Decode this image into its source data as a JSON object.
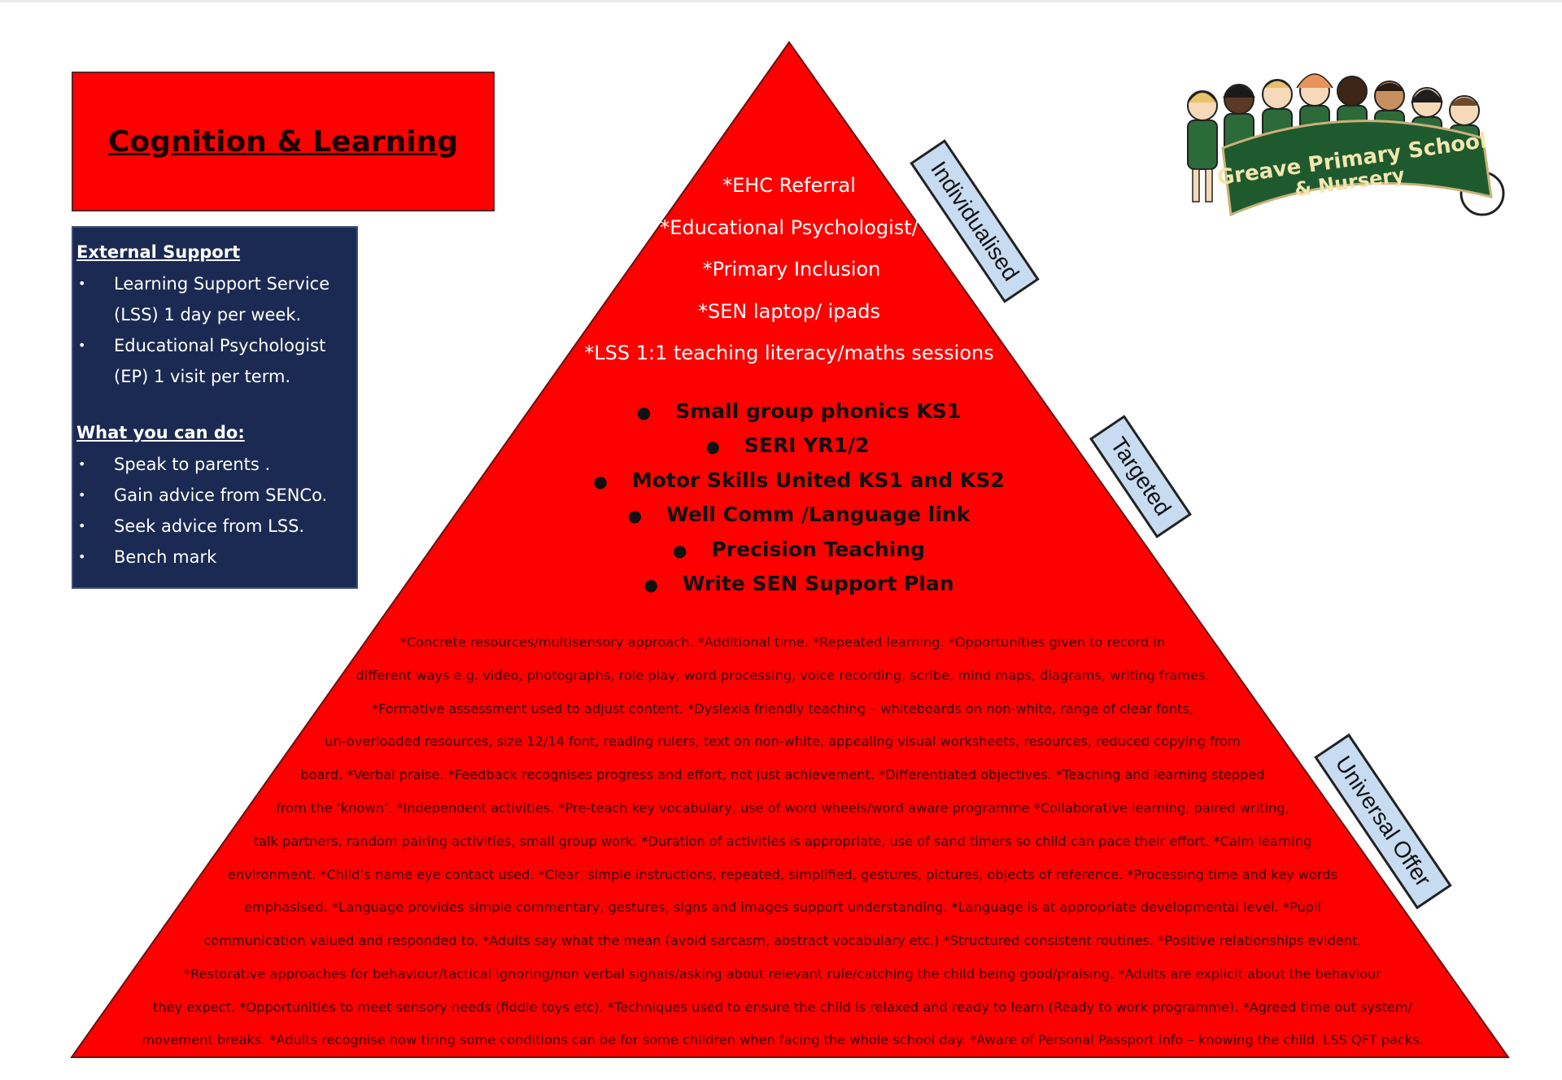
{
  "title": "Cognition & Learning",
  "external_support": {
    "heading": "External Support",
    "items": [
      [
        "Learning Support Service",
        "(LSS)  1 day per week."
      ],
      [
        "Educational Psychologist",
        "(EP) 1 visit per term."
      ]
    ]
  },
  "what_you_can_do": {
    "heading": "What you can do:",
    "items": [
      "Speak to parents .",
      "Gain advice from SENCo.",
      "Seek advice from LSS.",
      "Bench mark"
    ]
  },
  "logo": {
    "line1": "Greave Primary School",
    "line2": "& Nursery"
  },
  "tiers": {
    "top_label": "Individualised",
    "middle_label": "Targeted",
    "bottom_label": "Universal Offer"
  },
  "individualised_items": [
    "*EHC Referral",
    "*Educational Psychologist/",
    "*Primary Inclusion",
    "*SEN  laptop/ ipads",
    "*LSS  1:1 teaching literacy/maths sessions"
  ],
  "targeted_items": [
    "Small group phonics KS1",
    "SERI YR1/2",
    "Motor Skills United KS1 and KS2",
    "Well Comm /Language link",
    "Precision Teaching",
    "Write SEN Support Plan"
  ],
  "universal_lines": [
    "*Concrete resources/multisensory approach. *Additional time. *Repeated learning. *Opportunities given to record in",
    "different ways e.g. video, photographs, role play, word processing, voice recording, scribe, mind maps, diagrams, writing frames.",
    "*Formative assessment used to adjust content. *Dyslexia friendly teaching – whiteboards on non-white, range of clear fonts,",
    "un-overloaded resources, size 12/14 font, reading rulers, text on non-white, appealing visual worksheets, resources, reduced copying from",
    "board. *Verbal praise. *Feedback recognises progress and effort, not just achievement. *Differentiated objectives. *Teaching and learning stepped",
    "from the ‘known’. *Independent activities. *Pre-teach key vocabulary, use of word wheels/word aware programme *Collaborative learning, paired writing,",
    "talk partners, random pairing activities, small group work. *Duration of activities is appropriate, use of sand timers so child can pace their effort. *Calm learning",
    "environment. *Child’s name eye contact used. *Clear, simple instructions, repeated, simplified, gestures, pictures, objects of reference. *Processing time and key words",
    "emphasised. *Language provides simple commentary, gestures, signs and images support understanding. *Language is at appropriate developmental level. *Pupil",
    "communication valued and responded to. *Adults say what the mean (avoid sarcasm, abstract vocabulary etc.) *Structured consistent routines. *Positive relationships evident.",
    "*Restorative approaches for behaviour/tactical ignoring/non verbal signals/asking about relevant rule/catching the child being good/praising. *Adults are explicit about the behaviour",
    "they expect. *Opportunities to meet sensory needs (fiddle toys etc). *Techniques used to ensure the child is relaxed and ready to learn (Ready to work programme). *Agreed time out system/",
    "movement breaks. *Adults recognise how tiring some conditions can be for some children when facing the whole school day.  *Aware of Personal Passport info – knowing the child. LSS QFT packs."
  ],
  "colors": {
    "pyramid_red": "#ff0000",
    "support_navy": "#1b2a52",
    "label_blue": "#c7dcf1",
    "badge_green": "#1f5a2e"
  }
}
